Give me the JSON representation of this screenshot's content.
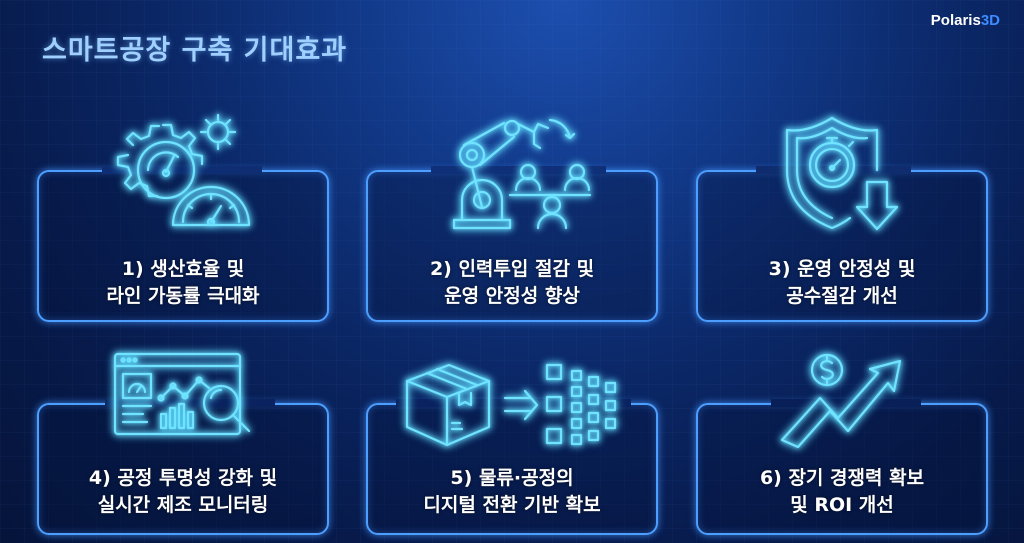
{
  "header": {
    "title": "스마트공장 구축 기대효과",
    "logo_main": "Polaris",
    "logo_accent": "3D"
  },
  "colors": {
    "frame": "#4d9fff",
    "icon": "#6fe3ff",
    "title": "#9fd0ff",
    "background": "#0b2766"
  },
  "cards": [
    {
      "icon": "gear-gauge-icon",
      "line1": "1) 생산효율 및",
      "line2": "라인 가동률 극대화"
    },
    {
      "icon": "robot-arm-workers-icon",
      "line1": "2) 인력투입 절감 및",
      "line2": "운영 안정성 향상"
    },
    {
      "icon": "shield-stopwatch-down-icon",
      "line1": "3) 운영 안정성 및",
      "line2": "공수절감 개선"
    },
    {
      "icon": "dashboard-magnifier-icon",
      "line1": "4) 공정 투명성 강화 및",
      "line2": "실시간 제조 모니터링"
    },
    {
      "icon": "box-to-data-icon",
      "line1": "5) 물류·공정의",
      "line2": "디지털 전환 기반 확보"
    },
    {
      "icon": "dollar-growth-arrow-icon",
      "line1": "6) 장기 경쟁력 확보",
      "line2": "및 ROI 개선"
    }
  ]
}
